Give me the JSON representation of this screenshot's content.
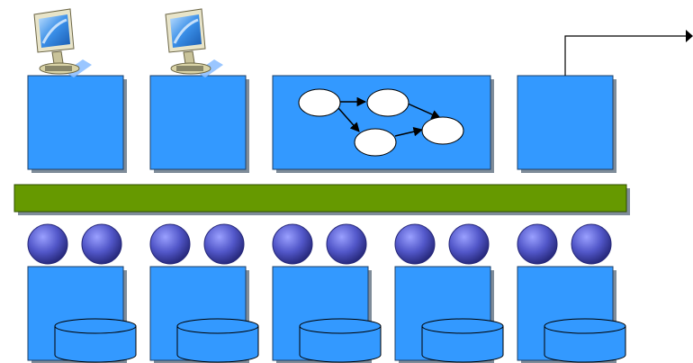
{
  "colors": {
    "box_fill": "#3399ff",
    "box_stroke": "#1f3f66",
    "shadow": "#7f8c99",
    "bus_fill": "#669900",
    "bus_stroke": "#2f4d00",
    "node_fill": "#ffffff",
    "sphere_fill": "#6a6fe0",
    "sphere_dark": "#26287a",
    "cylinder_fill": "#3399ff",
    "monitor_bezel": "#e8e4c9",
    "monitor_screen": "#5aa9ff",
    "monitor_stand": "#c9c39a",
    "line": "#000000"
  },
  "icons": {
    "top_left_workstation": "computer-monitor-icon",
    "top_second_workstation": "computer-monitor-icon",
    "workflow_box": "flowchart-graph-icon",
    "external_connection": "arrow-right-icon",
    "bottom_units": "database-cylinder-icon",
    "bottom_resources": "sphere-icon"
  },
  "diagram": {
    "top_modules": 4,
    "workflow_nodes": 4,
    "bottom_modules": 5,
    "spheres_per_module": 2
  }
}
